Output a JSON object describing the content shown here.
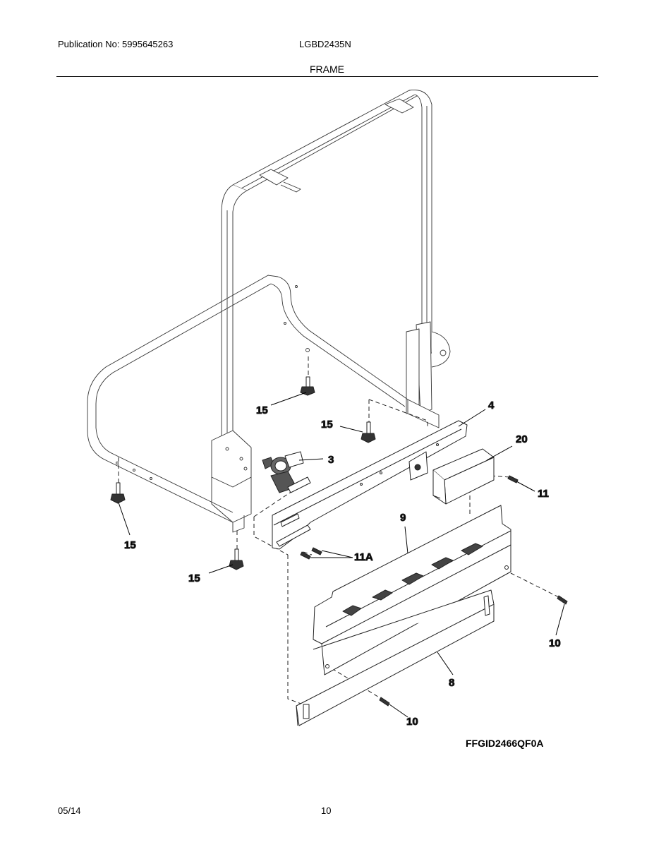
{
  "header": {
    "publication": "Publication No: 5995645263",
    "model": "LGBD2435N",
    "section_title": "FRAME"
  },
  "callouts": {
    "c3": "3",
    "c4": "4",
    "c20": "20",
    "c11": "11",
    "c9": "9",
    "c11a": "11A",
    "c15_a": "15",
    "c15_b": "15",
    "c15_c": "15",
    "c15_d": "15",
    "c10_a": "10",
    "c10_b": "10",
    "c8": "8"
  },
  "diagram_id": "FFGID2466QF0A",
  "footer": {
    "date": "05/14",
    "page": "10"
  }
}
